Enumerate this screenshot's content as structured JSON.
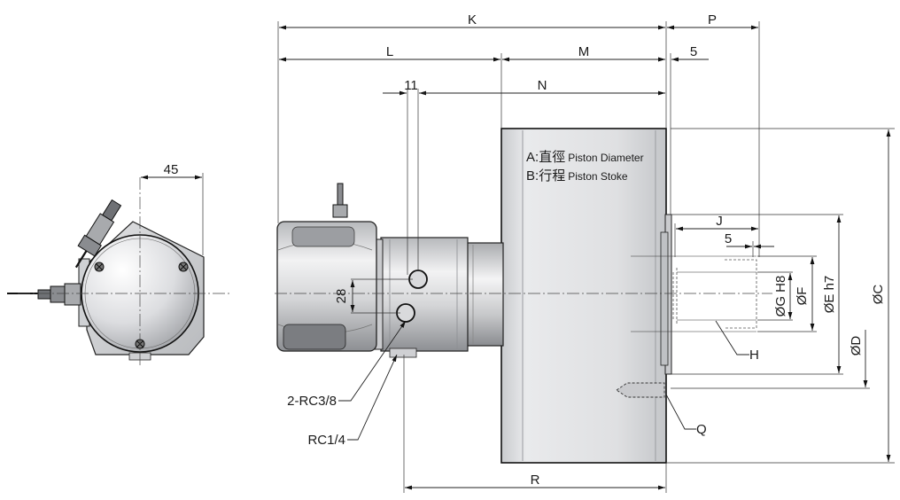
{
  "dimensions": {
    "K": "K",
    "P": "P",
    "L": "L",
    "M": "M",
    "five_top": "5",
    "eleven": "11",
    "N": "N",
    "J": "J",
    "five_mid": "5",
    "forty_five": "45",
    "twenty_eight": "28",
    "R": "R",
    "G": "ØG H8",
    "F": "ØF",
    "E": "ØE h7",
    "D": "ØD",
    "C": "ØC"
  },
  "callouts": {
    "H": "H",
    "Q": "Q",
    "rc38": "2-RC3/8",
    "rc14": "RC1/4"
  },
  "legend": {
    "a_prefix": "A:",
    "a_cjk": "直徑",
    "a_en": "Piston Diameter",
    "b_prefix": "B:",
    "b_cjk": "行程",
    "b_en": "Piston Stoke"
  }
}
